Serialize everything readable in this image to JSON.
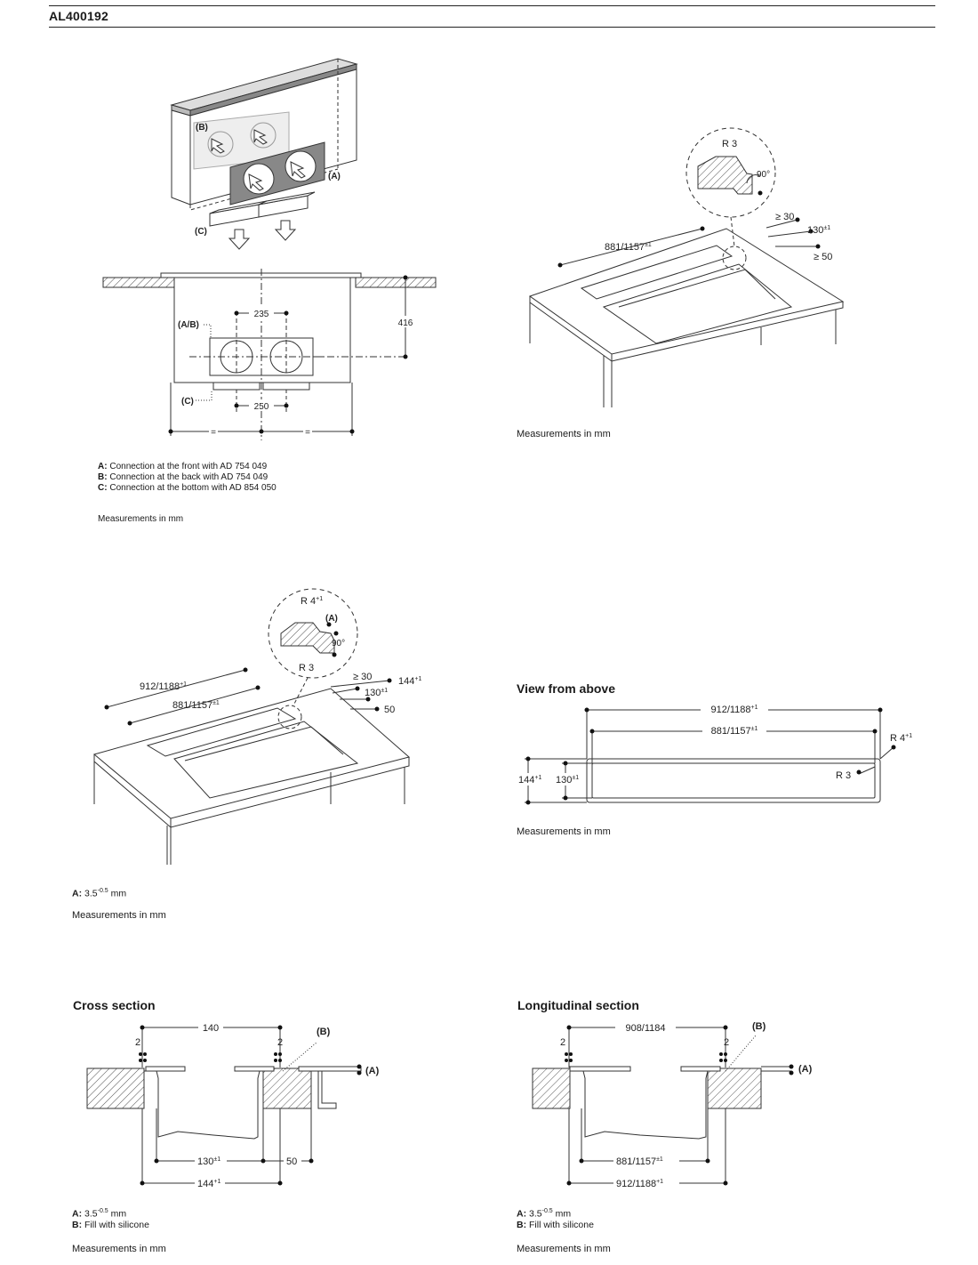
{
  "header": {
    "doc_id": "AL400192"
  },
  "fig1": {
    "labels": {
      "a": "(A)",
      "b": "(B)",
      "c": "(C)",
      "ab": "(A/B)",
      "c2": "(C)"
    },
    "dims": {
      "d235": "235",
      "d250": "250",
      "d416": "416",
      "eq": "="
    },
    "legend": [
      {
        "key": "A:",
        "text": "Connection at the front with AD 754 049"
      },
      {
        "key": "B:",
        "text": "Connection at the back with AD 754 049"
      },
      {
        "key": "C:",
        "text": "Connection at the bottom with AD 854 050"
      }
    ],
    "measurements": "Measurements in mm"
  },
  "fig2": {
    "r3": "R 3",
    "angle": "90°",
    "ge30": "≥ 30",
    "d130": "130",
    "tol130": "±1",
    "ge50": "≥ 50",
    "d881": "881/1157",
    "tol881": "±1",
    "measurements": "Measurements in mm"
  },
  "fig3": {
    "r4": "R 4",
    "tolr4": "+1",
    "a": "(A)",
    "angle": "90°",
    "r3": "R 3",
    "ge30": "≥ 30",
    "d144": "144",
    "tol144": "+1",
    "d130": "130",
    "tol130": "±1",
    "d50": "50",
    "d912": "912/1188",
    "tol912": "+1",
    "d881": "881/1157",
    "tol881": "±1",
    "legend_key": "A:",
    "legend_val": "3.5",
    "legend_tol": "-0.5",
    "legend_unit": "mm",
    "measurements": "Measurements in mm"
  },
  "fig4": {
    "title": "View from above",
    "d912": "912/1188",
    "tol912": "+1",
    "d881": "881/1157",
    "tol881": "±1",
    "r4": "R 4",
    "tolr4": "+1",
    "r3": "R 3",
    "d144": "144",
    "tol144": "+1",
    "d130": "130",
    "tol130": "±1",
    "measurements": "Measurements in mm"
  },
  "fig5": {
    "title": "Cross section",
    "d140": "140",
    "d2a": "2",
    "d2b": "2",
    "b": "(B)",
    "a": "(A)",
    "d130": "130",
    "tol130": "±1",
    "d50": "50",
    "d144": "144",
    "tol144": "+1",
    "legend_a_key": "A:",
    "legend_a_val": "3.5",
    "legend_a_tol": "-0.5",
    "legend_a_unit": "mm",
    "legend_b_key": "B:",
    "legend_b_text": "Fill with silicone",
    "measurements": "Measurements in mm"
  },
  "fig6": {
    "title": "Longitudinal section",
    "d908": "908/1184",
    "d2a": "2",
    "d2b": "2",
    "b": "(B)",
    "a": "(A)",
    "d881": "881/1157",
    "tol881": "±1",
    "d912": "912/1188",
    "tol912": "+1",
    "legend_a_key": "A:",
    "legend_a_val": "3.5",
    "legend_a_tol": "-0.5",
    "legend_a_unit": "mm",
    "legend_b_key": "B:",
    "legend_b_text": "Fill with silicone",
    "measurements": "Measurements in mm"
  }
}
